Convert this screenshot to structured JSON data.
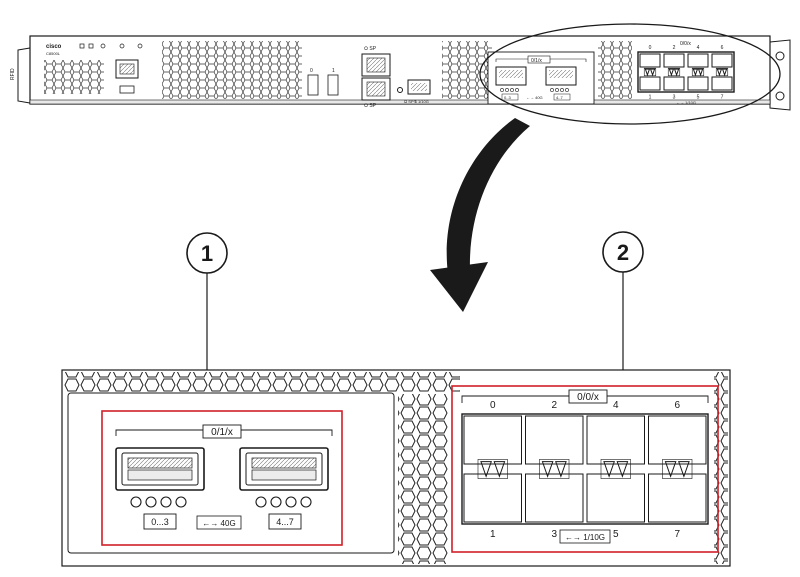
{
  "chassis": {
    "brand": "cisco",
    "model": "C8500L",
    "top_port_labels": [
      "0",
      "1"
    ],
    "rj45_label_a": "⭘ SP",
    "rj45_label_b": "⭘ SP",
    "console_label": "⭘ SP",
    "mgmt_label": "⭘ SP⮁ 1/10G",
    "qsfp_group_label": "0/1/x",
    "qsfp_port_a": "0..3",
    "qsfp_port_b": "4..7",
    "qsfp_speed": "←→ 40G",
    "sfp_group_label": "0/0/x",
    "sfp_top_numbers": [
      "0",
      "2",
      "4",
      "6"
    ],
    "sfp_bottom_numbers": [
      "1",
      "3",
      "5",
      "7"
    ],
    "sfp_speed": "←→ 1/10G",
    "rfid_label": "RFID"
  },
  "callouts": [
    {
      "number": "1"
    },
    {
      "number": "2"
    }
  ],
  "detail": {
    "qsfp_group_label": "0/1/x",
    "qsfp_port_a": "0...3",
    "qsfp_port_b": "4...7",
    "qsfp_speed": "←→ 40G",
    "sfp_group_label": "0/0/x",
    "sfp_top_numbers": [
      "0",
      "2",
      "4",
      "6"
    ],
    "sfp_bottom_numbers": [
      "1",
      "3",
      "5",
      "7"
    ],
    "sfp_speed": "←→ 1/10G"
  },
  "colors": {
    "highlight": "#d0202a",
    "stroke": "#1a1a1a",
    "panel_fill": "#ffffff",
    "shade": "#cfcfcf"
  }
}
